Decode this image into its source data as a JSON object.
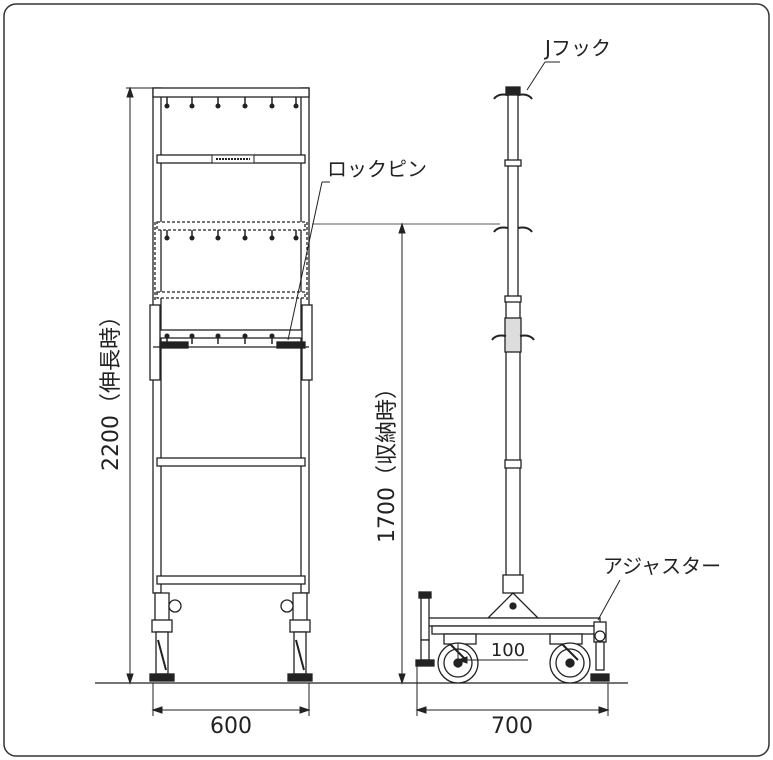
{
  "callouts": {
    "j_hook": "Jフック",
    "lock_pin": "ロックピン",
    "adjuster": "アジャスター"
  },
  "dimensions": {
    "extended_height": "2200（伸長時）",
    "stored_height": "1700（収納時）",
    "front_width": "600",
    "side_width": "700",
    "wheel_offset": "100"
  },
  "colors": {
    "line": "#222222",
    "border": "#333333"
  }
}
